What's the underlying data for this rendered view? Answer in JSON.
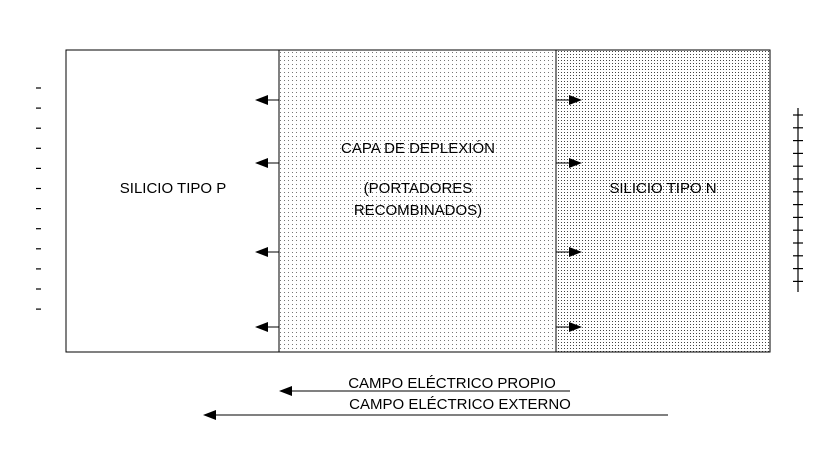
{
  "diagram": {
    "regions": {
      "p_type": {
        "label": "SILICIO TIPO P"
      },
      "depletion": {
        "label_line1": "CAPA DE DEPLEXIÓN",
        "label_line2": "(PORTADORES",
        "label_line3": "RECOMBINADOS)"
      },
      "n_type": {
        "label": "SILICIO TIPO N"
      }
    },
    "left_charge_symbol": "-",
    "right_charge_symbol": "+",
    "field_labels": {
      "internal": "CAMPO ELÉCTRICO PROPIO",
      "external": "CAMPO ELÉCTRICO EXTERNO"
    },
    "colors": {
      "ink": "#000000",
      "paper": "#ffffff",
      "dot": "#555555"
    }
  }
}
